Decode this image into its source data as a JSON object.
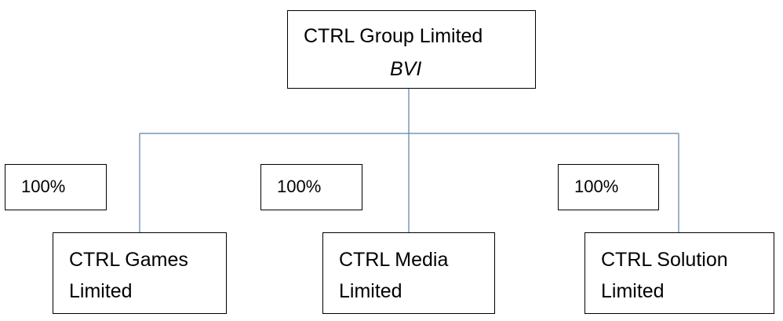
{
  "parent": {
    "name": "CTRL Group Limited",
    "jurisdiction": "BVI"
  },
  "subsidiaries": [
    {
      "name": "CTRL Games\nLimited",
      "ownership": "100%"
    },
    {
      "name": "CTRL Media\nLimited",
      "ownership": "100%"
    },
    {
      "name": "CTRL Solution\nLimited",
      "ownership": "100%"
    }
  ],
  "connector_color": "#5b7fa6"
}
